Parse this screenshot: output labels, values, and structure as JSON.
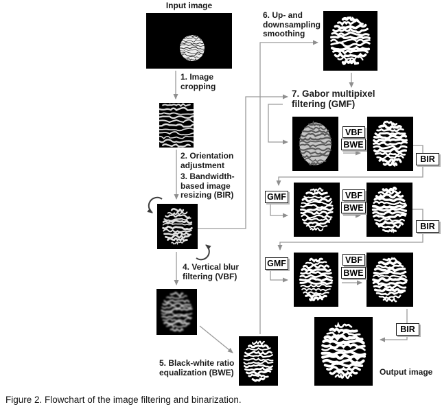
{
  "figure": {
    "caption": "Figure 2. Flowchart of the image filtering and binarization."
  },
  "flowchart": {
    "input_label": "Input image",
    "output_label": "Output image",
    "steps": {
      "s1": "1. Image\ncropping",
      "s2": "2. Orientation\nadjustment",
      "s3": "3. Bandwidth-\nbased image\nresizing (BIR)",
      "s4": "4. Vertical blur\nfiltering (VBF)",
      "s5": "5. Black-white ratio\nequalization (BWE)",
      "s6": "6. Up- and\ndownsampling\nsmoothing",
      "s7": "7. Gabor multipixel\nfiltering (GMF)"
    },
    "ops": {
      "vbf": "VBF",
      "bwe": "BWE",
      "bir": "BIR",
      "gmf": "GMF"
    },
    "colors": {
      "wire": "#9a9a9a",
      "text": "#1a1a1a",
      "image_bg": "#000000",
      "ridge": "#ffffff"
    },
    "images": {
      "input-image": "camera frame, small bright fingerprint on black",
      "cropped-image": "cropped fingerprint texture",
      "resized-image": "rotated/resized fingerprint on black",
      "vbf-image": "vertically blurred fingerprint",
      "bwe-image": "binarized fingerprint (small)",
      "smoothed-image": "up/downsampled smoothed fingerprint",
      "gmf-row1-left": "grayscale GMF-filtered fingerprint",
      "gmf-row1-right": "binarized fingerprint",
      "gmf-row2-left": "binarized fingerprint",
      "gmf-row2-right": "binarized fingerprint",
      "gmf-row3-left": "binarized fingerprint",
      "gmf-row3-right": "binarized fingerprint",
      "output-image": "final binarized fingerprint (large)"
    }
  }
}
